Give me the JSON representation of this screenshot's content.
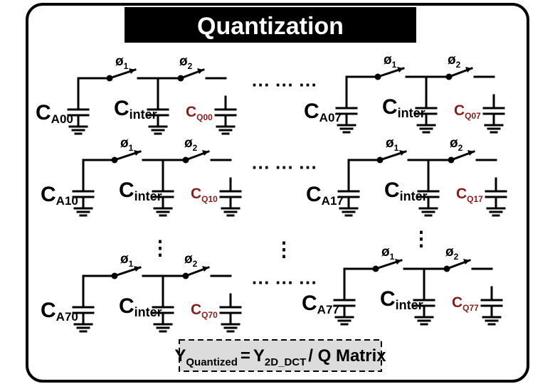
{
  "title": "Quantization",
  "formula": {
    "lhs_main": "Y",
    "lhs_sub": "Quantized",
    "eq": "=",
    "rhs_main": "Y",
    "rhs_sub": "2D_DCT",
    "rhs_rest": "/ Q Matrix"
  },
  "switch_labels": {
    "phi": "ø",
    "phi1_sub": "1",
    "phi2_sub": "2"
  },
  "cap_prefix": "C",
  "inter_label": "inter",
  "ellipsis": "··· ··· ···",
  "vdots": "⋮",
  "colors": {
    "line": "#000000",
    "cq_label": "#8b1a1a",
    "title_bg": "#000000",
    "title_text": "#ffffff",
    "formula_bg": "#dcdcdc"
  },
  "cells": [
    {
      "ca": "A00",
      "cq": "Q00"
    },
    {
      "ca": "A07",
      "cq": "Q07"
    },
    {
      "ca": "A10",
      "cq": "Q10"
    },
    {
      "ca": "A17",
      "cq": "Q17"
    },
    {
      "ca": "A70",
      "cq": "Q70"
    },
    {
      "ca": "A77",
      "cq": "Q77"
    }
  ]
}
